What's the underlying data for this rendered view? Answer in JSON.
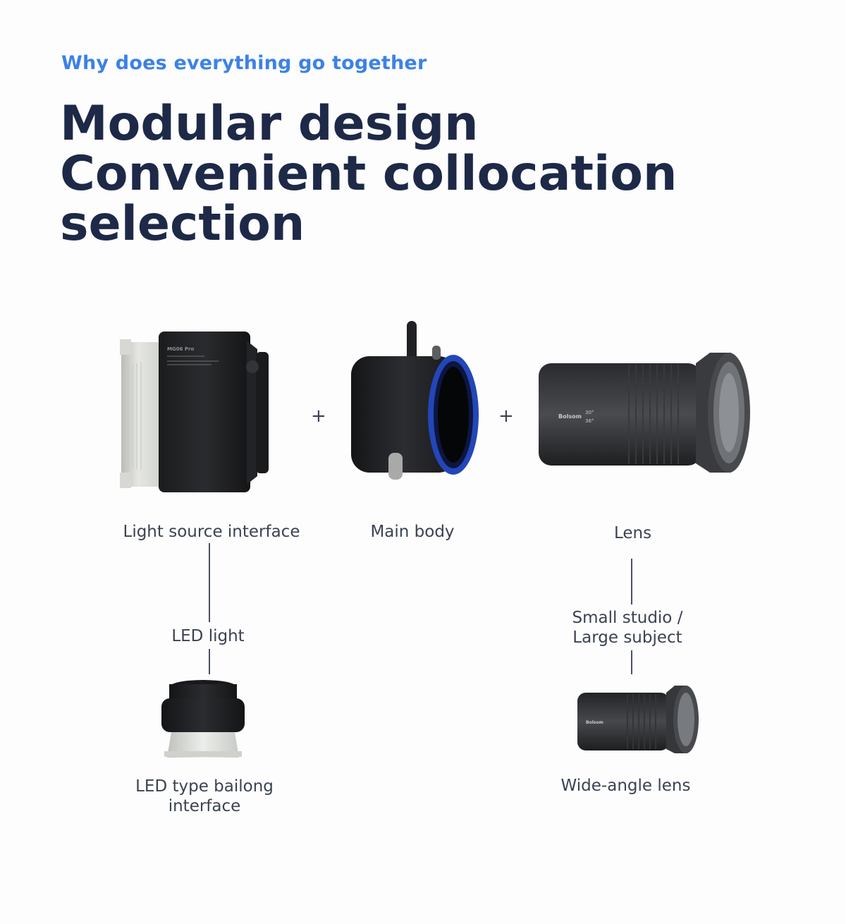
{
  "eyebrow": "Why does everything go together",
  "headline": [
    "Modular design",
    "Convenient collocation",
    "selection"
  ],
  "components": {
    "light_source": "Light source interface",
    "main_body": "Main body",
    "lens": "Lens"
  },
  "plus_sign": "+",
  "branches": {
    "led_light": "LED light",
    "led_bailong": [
      "LED type bailong",
      "interface"
    ],
    "studio": [
      "Small studio /",
      "Large subject"
    ],
    "wide_angle": "Wide-angle lens"
  }
}
